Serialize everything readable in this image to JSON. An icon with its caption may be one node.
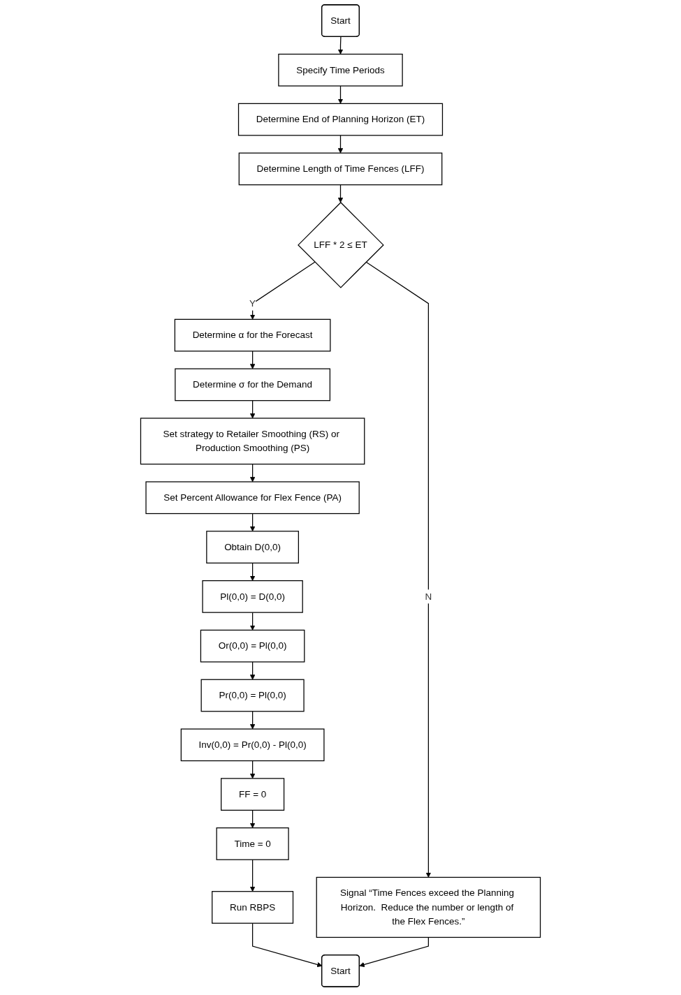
{
  "diagram": {
    "nodes": [
      {
        "text": [
          "Start"
        ]
      },
      {
        "text": [
          "Specify Time Periods"
        ]
      },
      {
        "text": [
          "Determine End of Planning Horizon (ET)"
        ]
      },
      {
        "text": [
          "Determine Length of Time Fences (LFF)"
        ]
      },
      {
        "text": [
          "LFF * 2 ≤  ET"
        ]
      },
      {
        "text": [
          "Determine α for the Forecast"
        ]
      },
      {
        "text": [
          "Determine σ for the Demand"
        ]
      },
      {
        "text": [
          "Set strategy to Retailer Smoothing (RS) or Production Smoothing (PS)"
        ]
      },
      {
        "text": [
          "Set Percent Allowance for Flex Fence (PA)"
        ]
      },
      {
        "text": [
          "Obtain D(0,0)"
        ]
      },
      {
        "text": [
          "Pl(0,0) = D(0,0)"
        ]
      },
      {
        "text": [
          "Or(0,0) = Pl(0,0)"
        ]
      },
      {
        "text": [
          "Pr(0,0) = Pl(0,0)"
        ]
      },
      {
        "text": [
          "Inv(0,0) = Pr(0,0) - Pl(0,0)"
        ]
      },
      {
        "text": [
          "FF = 0"
        ]
      },
      {
        "text": [
          "Time = 0"
        ]
      },
      {
        "text": [
          "Run RBPS"
        ]
      },
      {
        "text": [
          "Signal “Time Fences exceed the Planning Horizon.  Reduce the number or length of the Flex Fences.”"
        ]
      },
      {
        "text": [
          "Start"
        ]
      }
    ],
    "edges": [
      {
        "from": 0,
        "to": 1,
        "arrow": "to"
      },
      {
        "from": 1,
        "to": 2,
        "arrow": "to"
      },
      {
        "from": 2,
        "to": 3,
        "arrow": "to"
      },
      {
        "from": 3,
        "to": 4,
        "arrow": "to"
      },
      {
        "from": 4,
        "to": 5,
        "arrow": "to",
        "label": "Y"
      },
      {
        "from": 4,
        "to": 17,
        "arrow": "to",
        "label": "N"
      },
      {
        "from": 5,
        "to": 6,
        "arrow": "to"
      },
      {
        "from": 6,
        "to": 7,
        "arrow": "to"
      },
      {
        "from": 7,
        "to": 8,
        "arrow": "to"
      },
      {
        "from": 8,
        "to": 9,
        "arrow": "to"
      },
      {
        "from": 9,
        "to": 10,
        "arrow": "to"
      },
      {
        "from": 10,
        "to": 11,
        "arrow": "to"
      },
      {
        "from": 11,
        "to": 12,
        "arrow": "to"
      },
      {
        "from": 12,
        "to": 13,
        "arrow": "to"
      },
      {
        "from": 13,
        "to": 14,
        "arrow": "to"
      },
      {
        "from": 14,
        "to": 15,
        "arrow": "to"
      },
      {
        "from": 15,
        "to": 16,
        "arrow": "to"
      },
      {
        "from": 16,
        "to": 18,
        "arrow": "to"
      },
      {
        "from": 17,
        "to": 18,
        "arrow": "to"
      }
    ]
  }
}
